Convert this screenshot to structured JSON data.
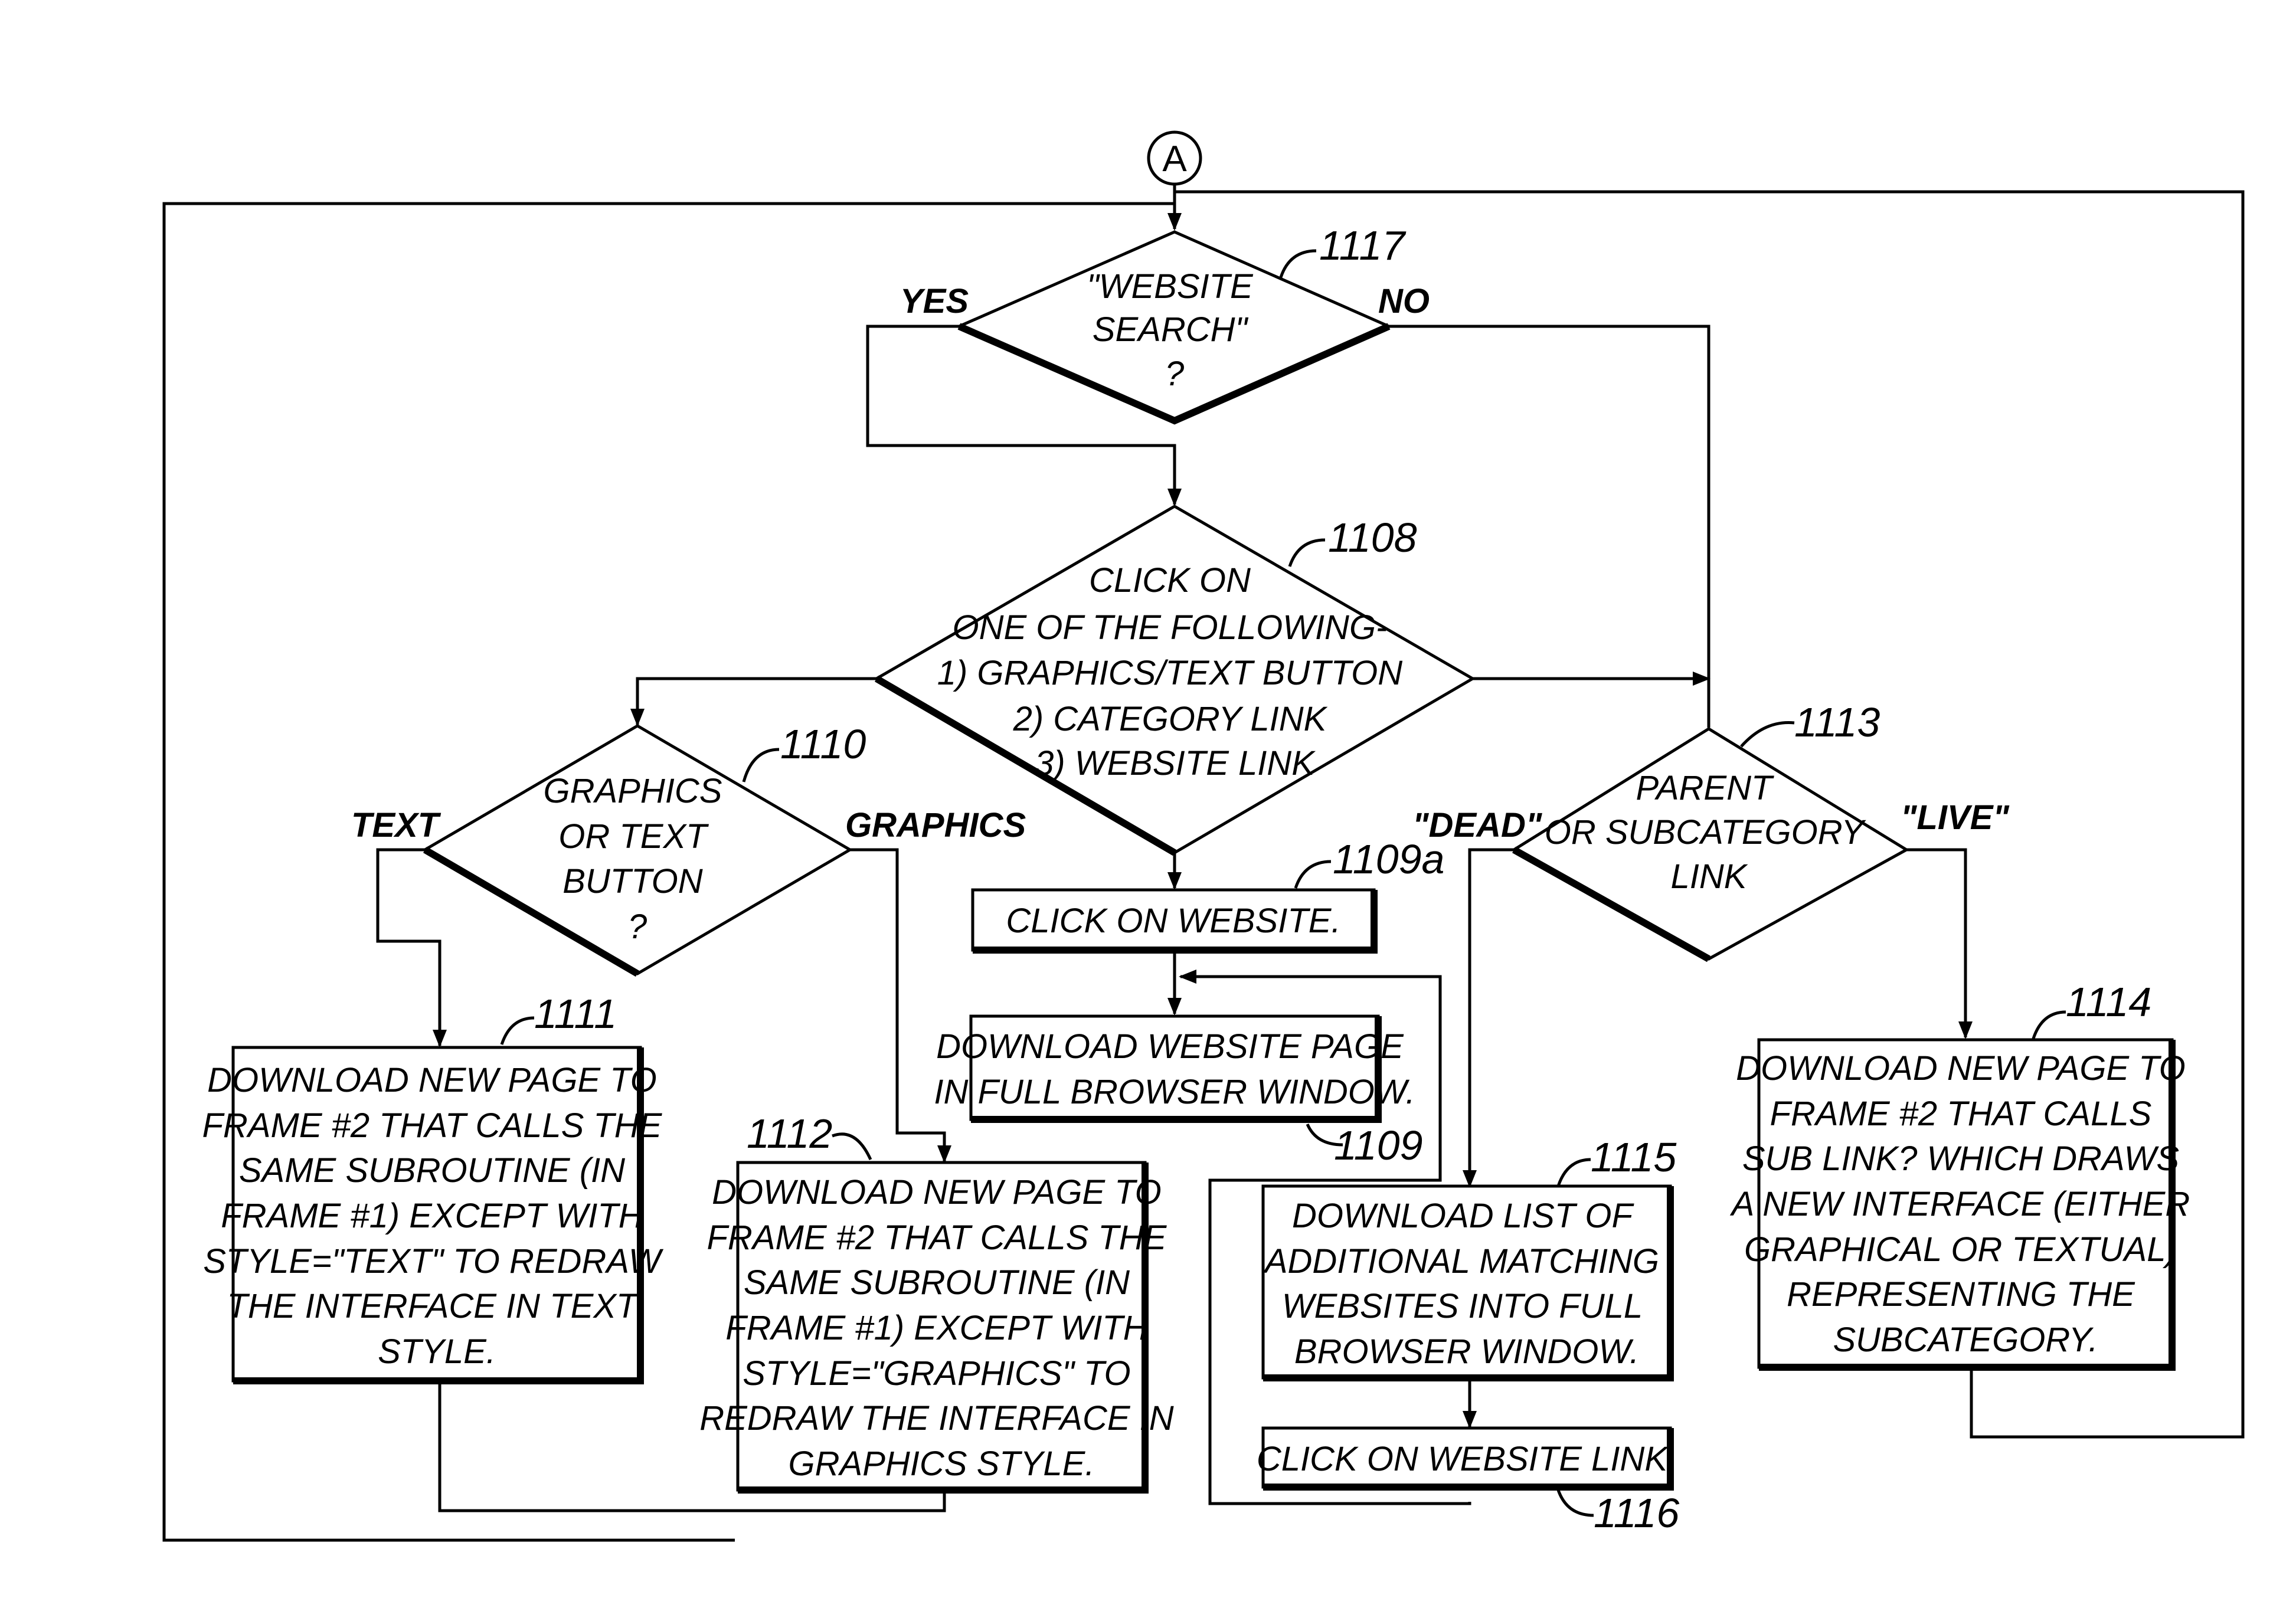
{
  "connector": {
    "label": "A"
  },
  "nodes": {
    "n1117": {
      "ref": "1117",
      "lines": [
        "\"WEBSITE",
        "SEARCH\"",
        "?"
      ]
    },
    "n1108": {
      "ref": "1108",
      "lines": [
        "CLICK ON",
        "ONE OF  THE FOLLOWING-",
        "1) GRAPHICS/TEXT BUTTON",
        "2) CATEGORY LINK",
        "3) WEBSITE LINK"
      ]
    },
    "n1110": {
      "ref": "1110",
      "lines": [
        "GRAPHICS",
        "OR TEXT",
        "BUTTON",
        "?"
      ]
    },
    "n1113": {
      "ref": "1113",
      "lines": [
        "PARENT",
        "OR SUBCATEGORY",
        "LINK"
      ]
    },
    "n1109a": {
      "ref": "1109a",
      "lines": [
        "CLICK ON WEBSITE."
      ]
    },
    "n1109": {
      "ref": "1109",
      "lines": [
        "DOWNLOAD WEBSITE PAGE",
        "IN FULL BROWSER WINDOW."
      ]
    },
    "n1111": {
      "ref": "1111",
      "lines": [
        "DOWNLOAD NEW PAGE TO",
        "FRAME #2 THAT CALLS THE",
        "SAME SUBROUTINE (IN",
        "FRAME #1) EXCEPT WITH",
        "STYLE=\"TEXT\" TO REDRAW",
        "THE INTERFACE IN TEXT",
        "STYLE."
      ]
    },
    "n1112": {
      "ref": "1112",
      "lines": [
        "DOWNLOAD NEW PAGE TO",
        "FRAME #2 THAT CALLS THE",
        "SAME SUBROUTINE (IN",
        "FRAME #1) EXCEPT WITH",
        "STYLE=\"GRAPHICS\" TO",
        "REDRAW THE INTERFACE IN",
        "GRAPHICS STYLE."
      ]
    },
    "n1115": {
      "ref": "1115",
      "lines": [
        "DOWNLOAD LIST OF",
        "ADDITIONAL MATCHING",
        "WEBSITES INTO FULL",
        "BROWSER WINDOW."
      ]
    },
    "n1116": {
      "ref": "1116",
      "lines": [
        "CLICK ON WEBSITE LINK."
      ]
    },
    "n1114": {
      "ref": "1114",
      "lines": [
        "DOWNLOAD NEW PAGE TO",
        "FRAME #2 THAT CALLS",
        "SUB LINK? WHICH DRAWS",
        "A NEW INTERFACE (EITHER",
        "GRAPHICAL OR TEXTUAL)",
        "REPRESENTING THE",
        "SUBCATEGORY."
      ]
    }
  },
  "branches": {
    "yes": "YES",
    "no": "NO",
    "text": "TEXT",
    "graphics": "GRAPHICS",
    "dead": "\"DEAD\"",
    "live": "\"LIVE\""
  }
}
